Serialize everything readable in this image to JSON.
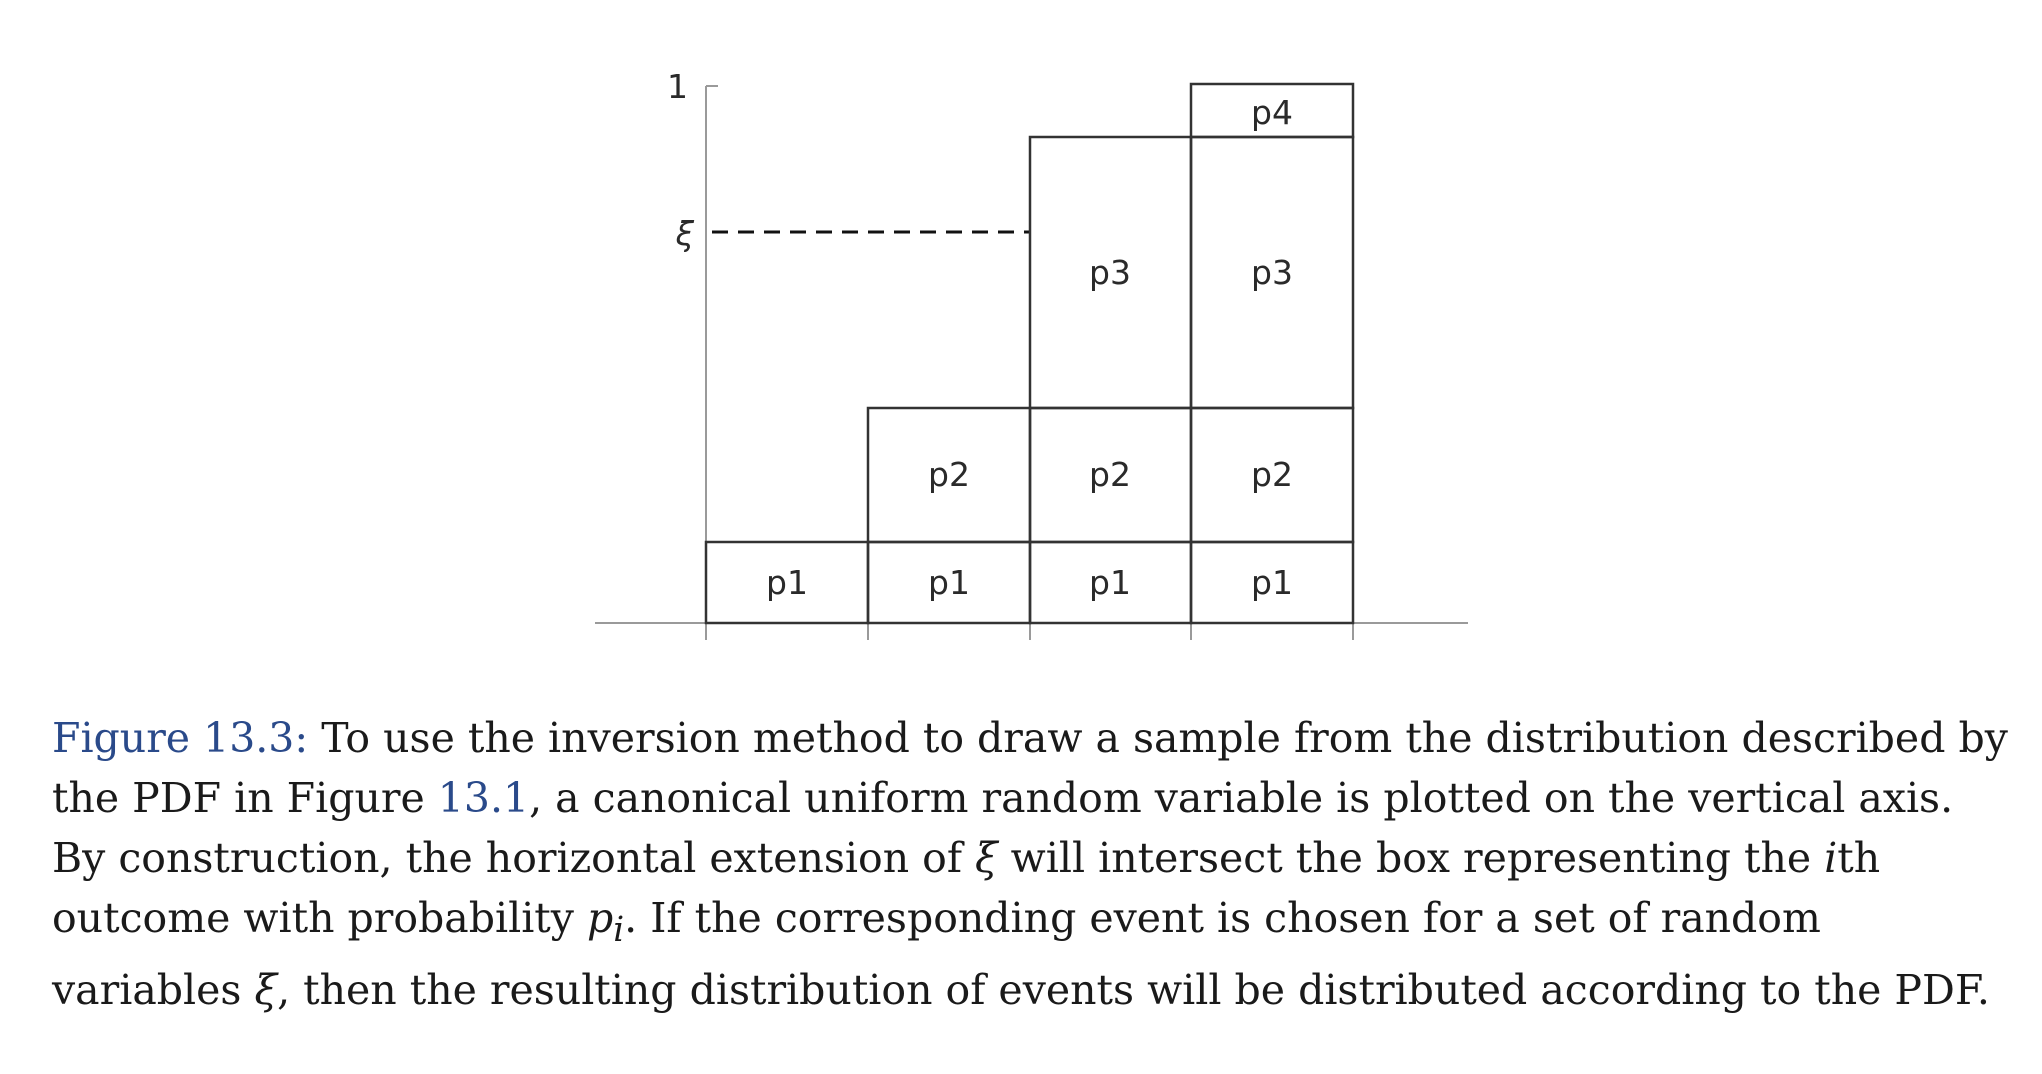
{
  "figure": {
    "axis": {
      "top_tick_label": "1",
      "xi_label": "ξ"
    },
    "columns": [
      {
        "boxes": [
          "p1"
        ]
      },
      {
        "boxes": [
          "p1",
          "p2"
        ]
      },
      {
        "boxes": [
          "p1",
          "p2",
          "p3"
        ]
      },
      {
        "boxes": [
          "p1",
          "p2",
          "p3",
          "p4"
        ]
      }
    ],
    "box_labels": {
      "p1": "p1",
      "p2": "p2",
      "p3": "p3",
      "p4": "p4"
    }
  },
  "caption": {
    "label": "Figure 13.3:",
    "text_1": " To use the inversion method to draw a sample from the distribution described by the PDF in Figure ",
    "ref": "13.1",
    "text_2": ", a canonical uniform random variable is plotted on the vertical axis. By construction, the horizontal extension of ",
    "xi_1": "ξ",
    "text_3": " will intersect the box representing the ",
    "i": "i",
    "text_4": "th outcome with probability ",
    "p": "p",
    "i_sub": "i",
    "text_5": ". If the corresponding event is chosen for a set of random variables ",
    "xi_2": "ξ",
    "text_6": ", then the resulting distribution of events will be distributed according to the PDF."
  }
}
